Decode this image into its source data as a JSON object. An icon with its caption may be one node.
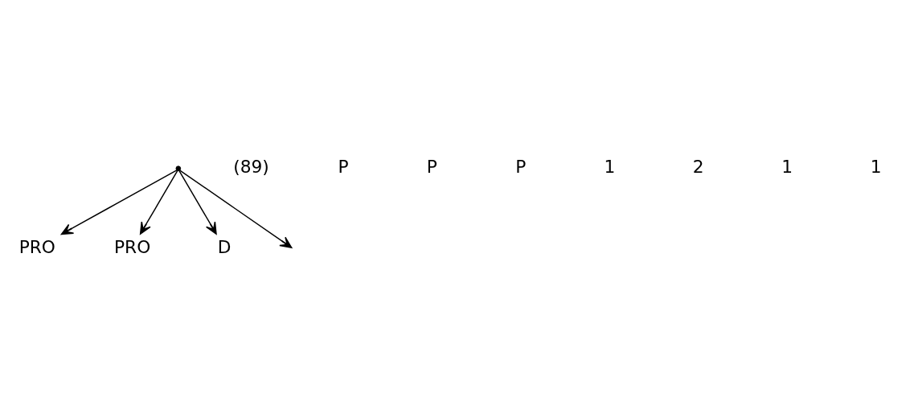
{
  "diagram": {
    "nodes": [
      {
        "text": [],
        "shape": "point"
      },
      {
        "text": [
          "PRO"
        ]
      },
      {
        "text": [
          "PRO"
        ]
      },
      {
        "text": [
          "D"
        ]
      }
    ],
    "edges": [
      {
        "from": 0,
        "to": null,
        "arrow": "to"
      },
      {
        "from": 0,
        "to": 1,
        "arrow": "to"
      },
      {
        "from": 0,
        "to": 2,
        "arrow": "to"
      },
      {
        "from": 0,
        "to": 3,
        "arrow": "to"
      }
    ],
    "labels": [
      "(89)",
      "P",
      "P",
      "P",
      "1",
      "2",
      "1",
      "1"
    ]
  }
}
